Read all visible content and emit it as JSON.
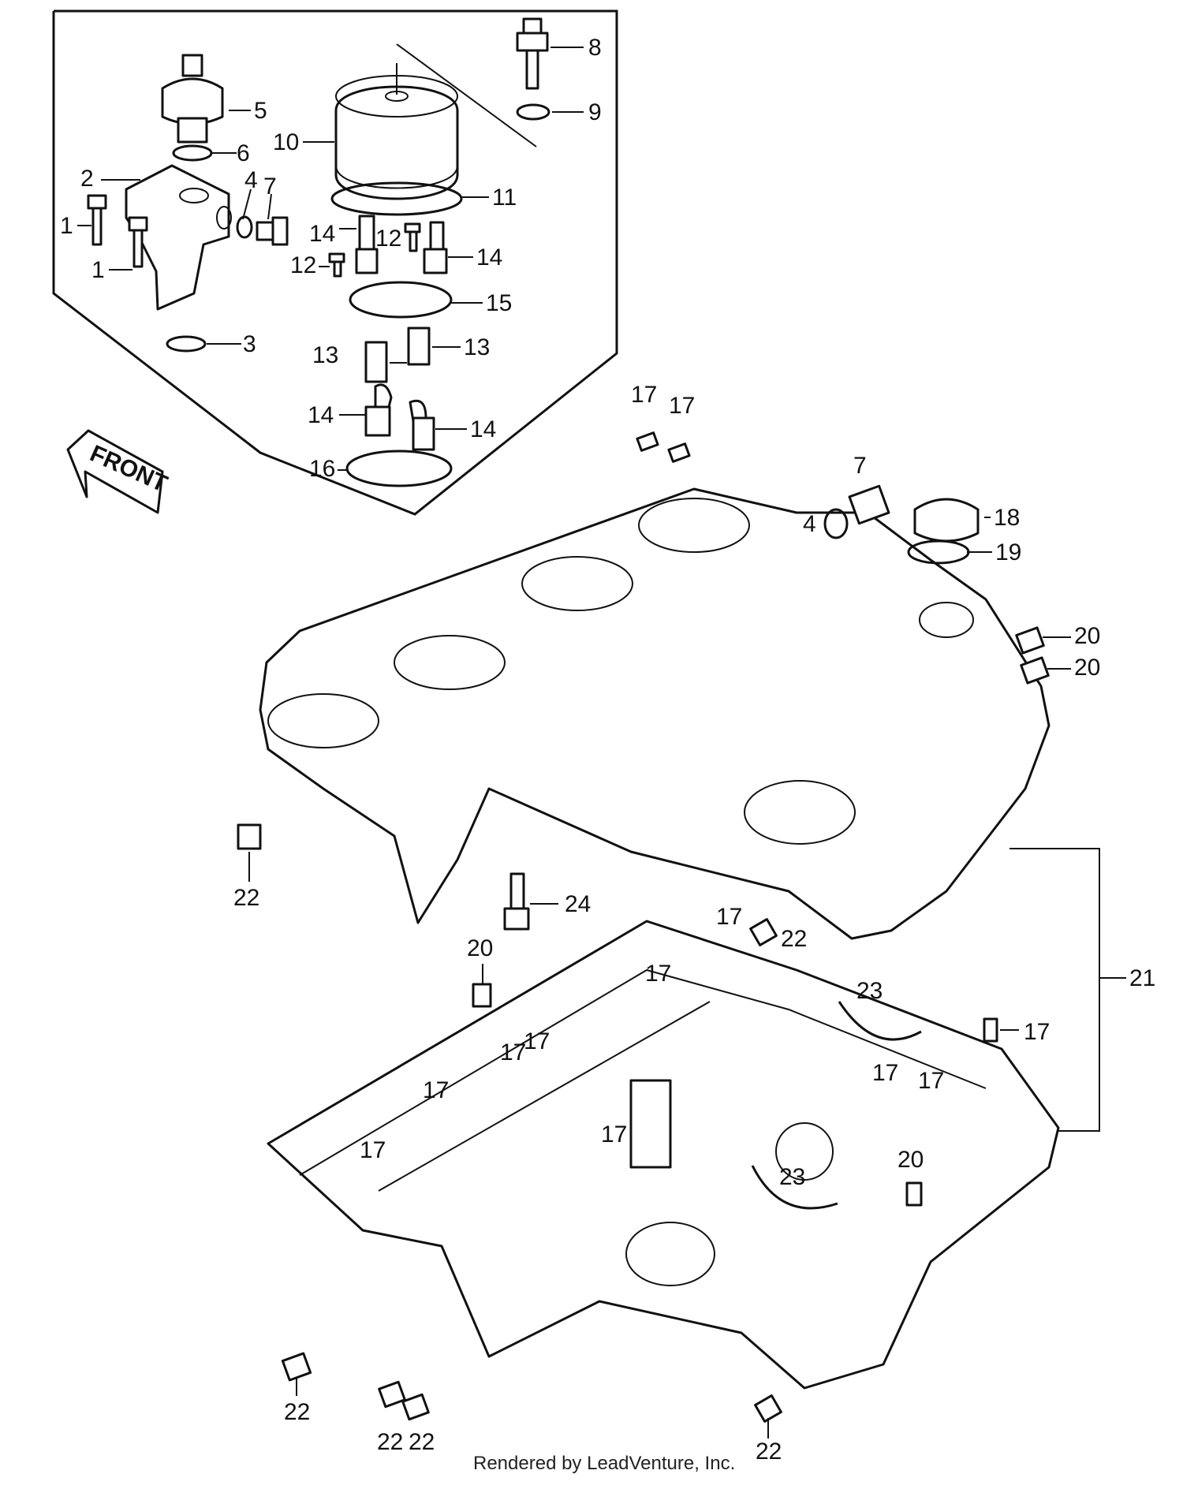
{
  "diagram": {
    "front_label": "FRONT",
    "credit": "Rendered by LeadVenture, Inc.",
    "callouts": [
      "1",
      "1",
      "2",
      "3",
      "4",
      "5",
      "6",
      "7",
      "8",
      "9",
      "10",
      "11",
      "12",
      "12",
      "13",
      "13",
      "14",
      "14",
      "14",
      "14",
      "15",
      "16",
      "17",
      "17",
      "17",
      "17",
      "17",
      "17",
      "17",
      "17",
      "17",
      "17",
      "17",
      "17",
      "18",
      "19",
      "20",
      "20",
      "20",
      "20",
      "21",
      "22",
      "22",
      "22",
      "22",
      "22",
      "22",
      "23",
      "23",
      "24",
      "4",
      "7"
    ]
  }
}
